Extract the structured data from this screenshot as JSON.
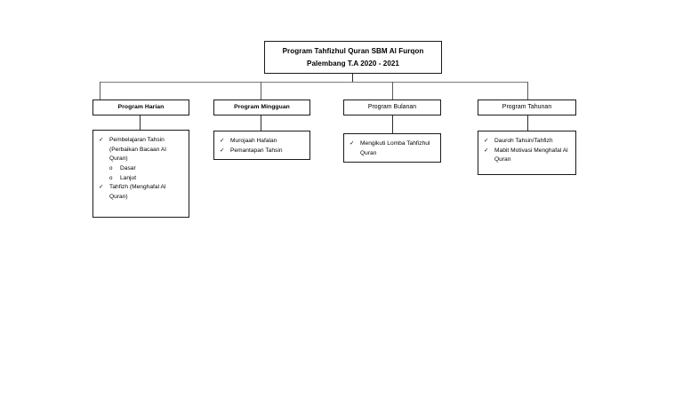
{
  "diagram": {
    "title_box": {
      "line1": "Program Tahfizhul Quran SBM Al Furqon",
      "line2": "Palembang T.A 2020 - 2021"
    },
    "branches": [
      {
        "header": "Program Harian",
        "items": [
          {
            "mark": "✓",
            "text": "Pembelajaran Tahsin (Perbaikan Bacaan Al Quran)",
            "subitems": [
              {
                "mark": "o",
                "text": "Dasar"
              },
              {
                "mark": "o",
                "text": "Lanjut"
              }
            ]
          },
          {
            "mark": "✓",
            "text": "Tahfizh (Menghafal Al Quran)",
            "subitems": []
          }
        ]
      },
      {
        "header": "Program Mingguan",
        "items": [
          {
            "mark": "✓",
            "text": "Murojaah Hafalan",
            "subitems": []
          },
          {
            "mark": "✓",
            "text": "Pemantapan Tahsin",
            "subitems": []
          }
        ]
      },
      {
        "header": "Program Bulanan",
        "items": [
          {
            "mark": "✓",
            "text": "Mengikuti Lomba Tahfizhul Quran",
            "subitems": []
          }
        ]
      },
      {
        "header": "Program Tahunan",
        "items": [
          {
            "mark": "✓",
            "text": "Dauroh Tahsin/Tahfizh",
            "subitems": []
          },
          {
            "mark": "✓",
            "text": "Mabit Motivasi Menghafal Al Quran",
            "subitems": []
          }
        ]
      }
    ],
    "colors": {
      "box_border": "#1a1a1a",
      "connector": "#7a7a7a",
      "background": "#ffffff",
      "text": "#000000"
    }
  }
}
